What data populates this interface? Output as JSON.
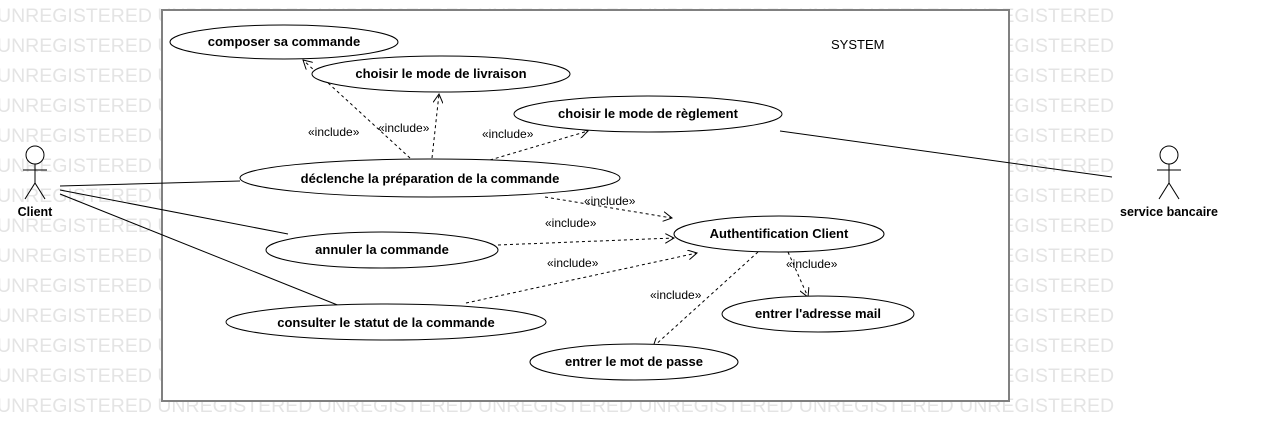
{
  "watermark": "UNREGISTERED UNREGISTERED UNREGISTERED UNREGISTERED UNREGISTERED UNREGISTERED UNREGISTERED",
  "system": {
    "label": "SYSTEM"
  },
  "actors": {
    "client": "Client",
    "service_bancaire": "service bancaire"
  },
  "use_cases": {
    "composer": "composer sa commande",
    "livraison": "choisir le mode de livraison",
    "reglement": "choisir le mode de règlement",
    "declenche": "déclenche la préparation de la commande",
    "annuler": "annuler la commande",
    "authentification": "Authentification Client",
    "consulter": "consulter le statut de la commande",
    "mail": "entrer l'adresse mail",
    "mot_de_passe": "entrer le mot de passe"
  },
  "relations": {
    "include_label": "«include»"
  },
  "colors": {
    "line": "#000000",
    "frame": "#808080",
    "watermark": "#e4e4e4"
  }
}
